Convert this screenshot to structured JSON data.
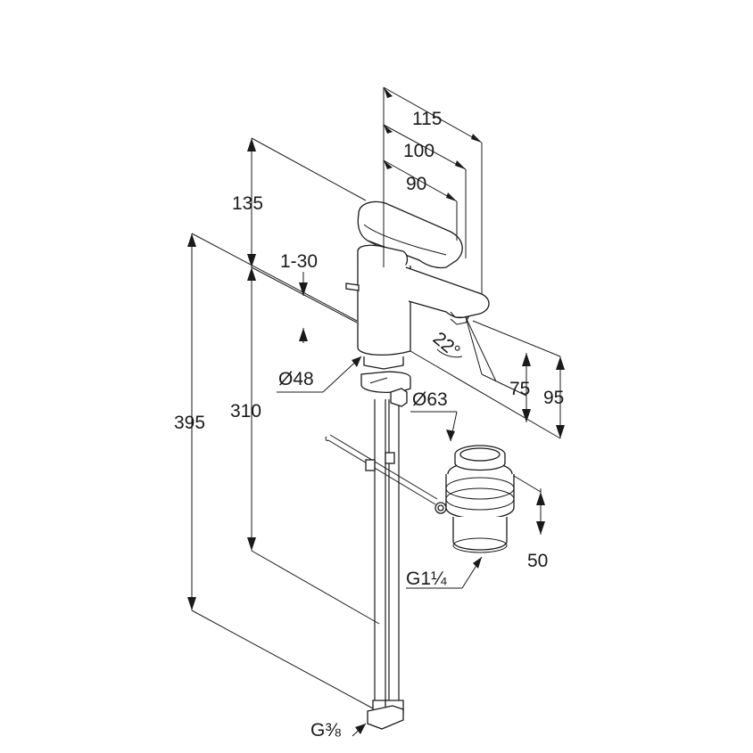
{
  "dimensions": {
    "d115": "115",
    "d100": "100",
    "d90": "90",
    "d135": "135",
    "d1_30": "1-30",
    "d22": "22°",
    "d48": "Ø48",
    "d63": "Ø63",
    "d395": "395",
    "d310": "310",
    "d75": "75",
    "d95": "95",
    "d50": "50",
    "g114": "G1¼",
    "g38": "G⅜"
  }
}
